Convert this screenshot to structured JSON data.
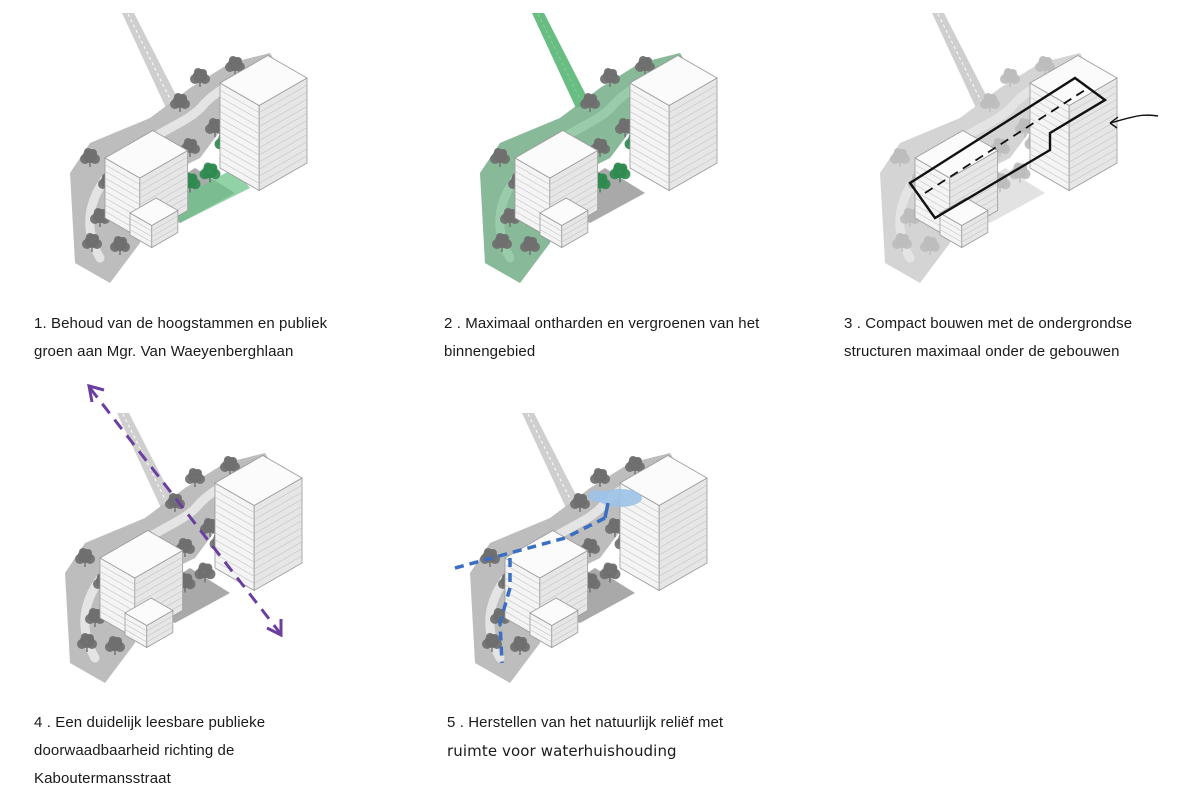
{
  "panels": [
    {
      "id": "1",
      "caption_lines": [
        "1. Behoud van de hoogstammen en publiek",
        "groen aan Mgr. Van Waeyenberghlaan"
      ],
      "highlight": "green-strip",
      "highlight_color": "#5fbf7a"
    },
    {
      "id": "2",
      "caption_lines": [
        "2 . Maximaal ontharden en vergroenen van het",
        "binnengebied"
      ],
      "highlight": "green-site",
      "highlight_color": "#4fae6d"
    },
    {
      "id": "3",
      "caption_lines": [
        "3 . Compact bouwen met de ondergrondse",
        "structuren maximaal onder de gebouwen"
      ],
      "highlight": "underground-outline",
      "highlight_color": "#111111"
    },
    {
      "id": "4",
      "caption_lines": [
        "4 . Een duidelijk leesbare publieke",
        "doorwaadbaarheid richting de",
        "Kaboutermansstraat"
      ],
      "highlight": "purple-arrow",
      "highlight_color": "#6b3fa0"
    },
    {
      "id": "5",
      "caption_lines": [
        "5 . Herstellen van het natuurlijk reliëf met",
        "ruimte voor waterhuishouding"
      ],
      "highlight": "blue-water",
      "highlight_color": "#3a6fc2"
    }
  ],
  "colors": {
    "ground": "#bdbdbd",
    "ground_dark": "#8f8f8f",
    "path": "#e4e4e4",
    "building": "#f4f4f4",
    "building_line": "#9a9a9a",
    "tree": "#6f6f6f",
    "light_water": "#9cc3e8"
  }
}
